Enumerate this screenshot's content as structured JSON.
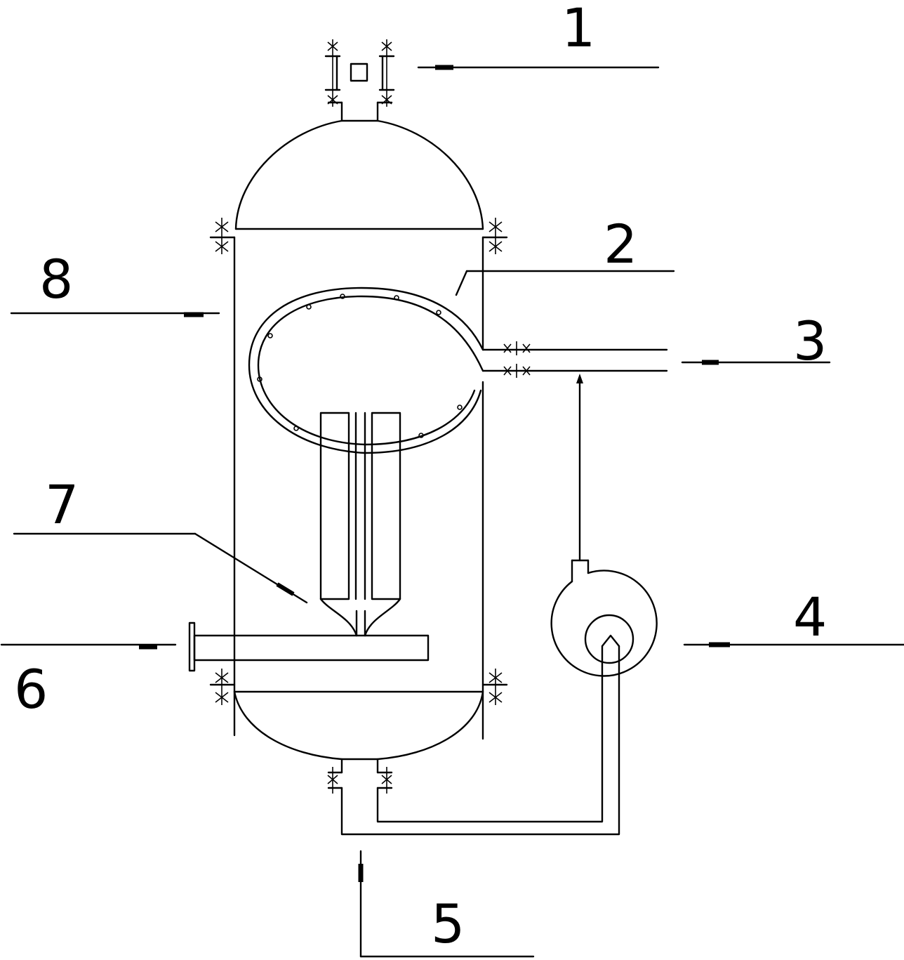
{
  "labels": {
    "l1": "1",
    "l2": "2",
    "l3": "3",
    "l4": "4",
    "l5": "5",
    "l6": "6",
    "l7": "7",
    "l8": "8"
  },
  "colors": {
    "stroke": "#000000",
    "background": "#ffffff"
  }
}
